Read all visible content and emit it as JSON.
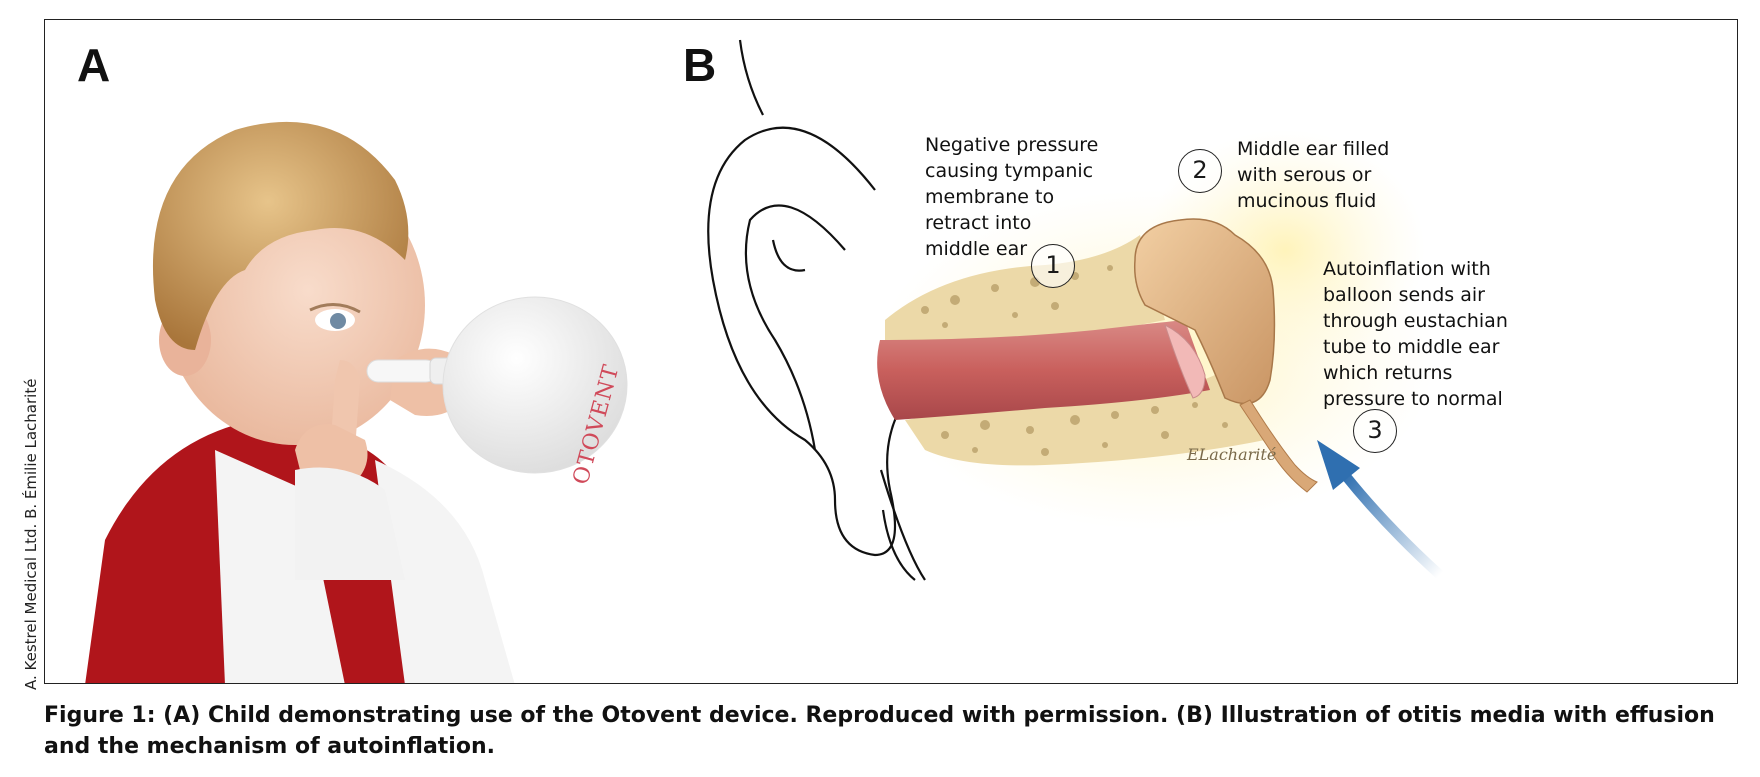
{
  "credit": "A. Kestrel Medical Ltd. B. Émilie Lacharité",
  "panels": {
    "a": {
      "letter": "A",
      "balloon_text": "OTOVENT"
    },
    "b": {
      "letter": "B"
    }
  },
  "labels": {
    "negative_pressure": [
      "Negative pressure",
      "causing tympanic",
      "membrane to",
      "retract into",
      "middle ear"
    ],
    "middle_ear": [
      "Middle ear filled",
      "with serous or",
      "mucinous fluid"
    ],
    "autoinflation": [
      "Autoinflation with",
      "balloon sends air",
      "through eustachian",
      "tube to middle ear",
      "which returns",
      "pressure to normal"
    ]
  },
  "markers": {
    "one": "1",
    "two": "2",
    "three": "3"
  },
  "signature": "ELacharité",
  "caption": {
    "line1": "Figure 1: (A) Child demonstrating use of the Otovent device. Reproduced with permission. (B) Illustration of otitis media with effusion",
    "line2": "and the mechanism of autoinflation."
  },
  "colors": {
    "arrow_blue": "#2f6fb0",
    "tube_red": "#c9605d",
    "bone_cream": "#ecd9a8",
    "fluid_tan": "#d9a877",
    "shirt_red": "#b0151b",
    "hair_blond": "#c99a55"
  }
}
